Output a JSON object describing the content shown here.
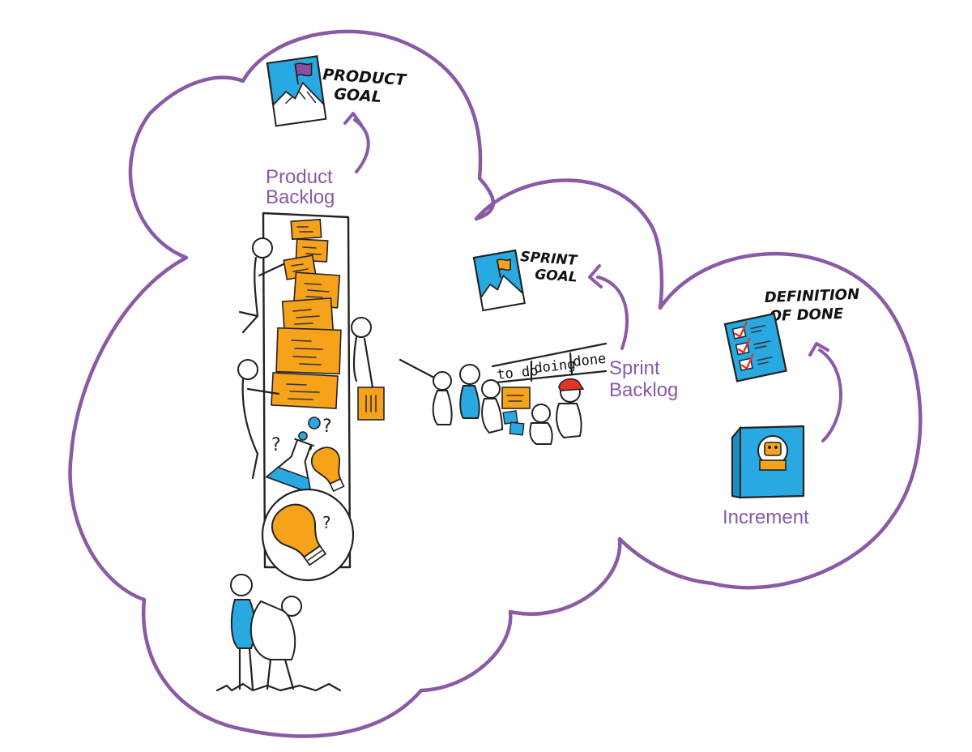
{
  "labels": {
    "product_goal_line1": "PRODUCT",
    "product_goal_line2": "GOAL",
    "product_backlog_line1": "Product",
    "product_backlog_line2": "Backlog",
    "sprint_goal_line1": "SPRINT",
    "sprint_goal_line2": "GOAL",
    "sprint_backlog_line1": "Sprint",
    "sprint_backlog_line2": "Backlog",
    "definition_of_done_line1": "DEFINITION",
    "definition_of_done_line2": "OF DONE",
    "increment": "Increment"
  },
  "task_board": {
    "columns": [
      "to do",
      "doing",
      "done"
    ]
  },
  "colors": {
    "cloud_outline": "#8a5aa6",
    "label_purple": "#8a5aa6",
    "sticky_note": "#f7a21b",
    "accent_blue": "#29a9e1",
    "flag_purple": "#8a4fa0",
    "flag_orange": "#f7a21b",
    "check_red": "#e5332a",
    "cap_red": "#e5332a",
    "ink": "#222222"
  },
  "icons": [
    "product-goal-icon",
    "sprint-goal-icon",
    "definition-of-done-icon",
    "increment-icon",
    "lightbulb-icon",
    "flask-icon",
    "question-mark-icon"
  ]
}
